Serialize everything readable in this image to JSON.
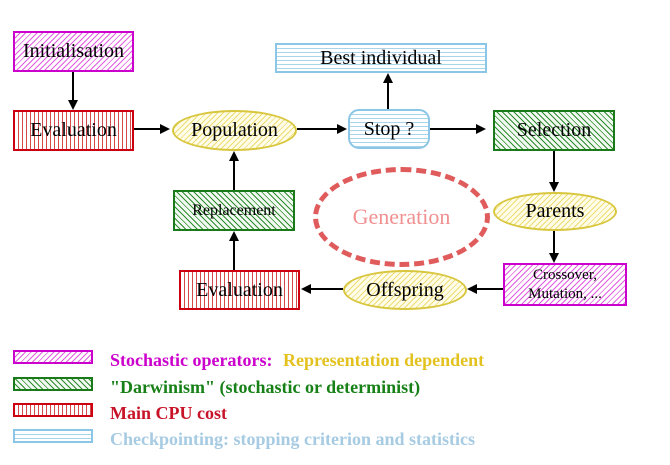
{
  "nodes": {
    "initialisation": {
      "label": "Initialisation"
    },
    "evaluation_top": {
      "label": "Evaluation"
    },
    "population": {
      "label": "Population"
    },
    "stop": {
      "label": "Stop ?"
    },
    "best_individual": {
      "label": "Best individual"
    },
    "selection": {
      "label": "Selection"
    },
    "parents": {
      "label": "Parents"
    },
    "crossover": {
      "line1": "Crossover,",
      "line2": "Mutation, ..."
    },
    "offspring": {
      "label": "Offspring"
    },
    "evaluation_bottom": {
      "label": "Evaluation"
    },
    "replacement": {
      "label": "Replacement"
    },
    "generation": {
      "label": "Generation"
    }
  },
  "legend": {
    "items": [
      {
        "name": "stochastic-operators",
        "label": "Stochastic operators:",
        "label2": "Representation dependent"
      },
      {
        "name": "darwinism",
        "label": "\"Darwinism\" (stochastic or determinist)"
      },
      {
        "name": "main-cpu-cost",
        "label": "Main CPU cost"
      },
      {
        "name": "checkpointing",
        "label": "Checkpointing: stopping criterion and statistics"
      }
    ]
  },
  "colors": {
    "magenta": "#cc00cc",
    "green": "#1a7a1a",
    "red": "#cc0011",
    "yellow_border": "#d8c63e",
    "gold_text": "#e3c220",
    "light_blue_border": "#8cc6e6",
    "light_blue_text": "#a6cbe2",
    "salmon_dash": "#e05c5c",
    "salmon_text": "#f09090",
    "arrow_black": "#000000"
  }
}
